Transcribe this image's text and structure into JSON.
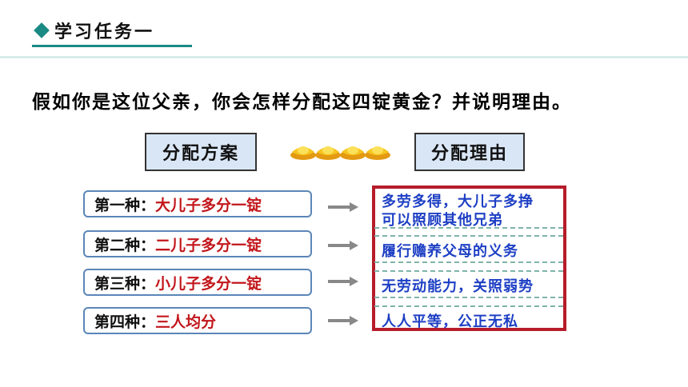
{
  "header": {
    "title": "学习任务一"
  },
  "question": "假如你是这位父亲，你会怎样分配这四锭黄金？并说明理由。",
  "labels": {
    "plan": "分配方案",
    "reason": "分配理由"
  },
  "icons": {
    "gold": "gold-ingot-icon",
    "arrow": "right-arrow-icon"
  },
  "options": [
    {
      "prefix": "第一种：",
      "text": "大儿子多分一锭"
    },
    {
      "prefix": "第二种：",
      "text": "二儿子多分一锭"
    },
    {
      "prefix": "第三种：",
      "text": "小儿子多分一锭"
    },
    {
      "prefix": "第四种：",
      "text": "三人均分"
    }
  ],
  "reasons": [
    {
      "line1": "多劳多得，大儿子多挣",
      "line2": "可以照顾其他兄弟"
    },
    {
      "line1": "履行赡养父母的义务"
    },
    {
      "line1": "无劳动能力，关照弱势"
    },
    {
      "line1": "人人平等，公正无私"
    }
  ],
  "colors": {
    "accent": "#1a8a84",
    "red_text": "#c2161b",
    "blue_text": "#1d3fc4",
    "box_border": "#b61c2a",
    "label_bg": "#d9e6f5"
  }
}
